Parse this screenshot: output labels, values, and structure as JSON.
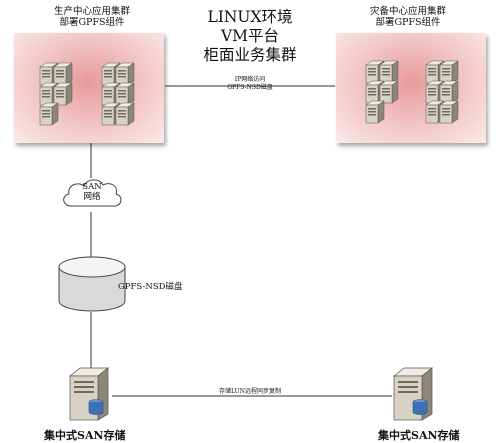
{
  "title": {
    "line1": "LINUX环境",
    "line2": "VM平台",
    "line3": "柜面业务集群"
  },
  "production_center": {
    "caption_line1": "生产中心应用集群",
    "caption_line2": "部署GPFS组件"
  },
  "dr_center": {
    "caption_line1": "灾备中心应用集群",
    "caption_line2": "部署GPFS组件"
  },
  "ip_link": {
    "line1": "IP网络访问",
    "line2": "GPFS-NSD磁盘"
  },
  "san": {
    "line1": "SAN",
    "line2": "网络"
  },
  "disk": {
    "label": "GPFS-NSD磁盘"
  },
  "replication": {
    "label": "存储LUN远程同步复制"
  },
  "storage_left": {
    "label": "集中式SAN存储"
  },
  "storage_right": {
    "label": "集中式SAN存储"
  },
  "colors": {
    "panel_center": "#e89a9a",
    "panel_edge": "#fbeaea",
    "server_body": "#d8d2c4",
    "server_dark": "#6f6a60",
    "disk_top": "#f4f4f4",
    "disk_side": "#d9d9d9",
    "storage_blue": "#3f6fb5"
  }
}
